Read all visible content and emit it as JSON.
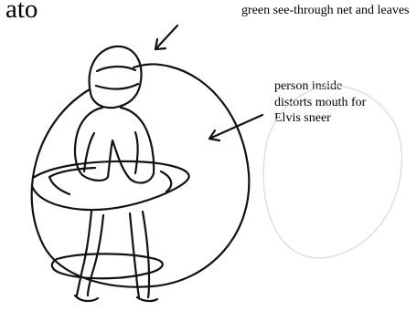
{
  "heading_fragment": "ato",
  "labels": {
    "net": "green see-through net and leaves",
    "person_lines": [
      "person inside",
      "distorts mouth for",
      "Elvis sneer"
    ]
  }
}
